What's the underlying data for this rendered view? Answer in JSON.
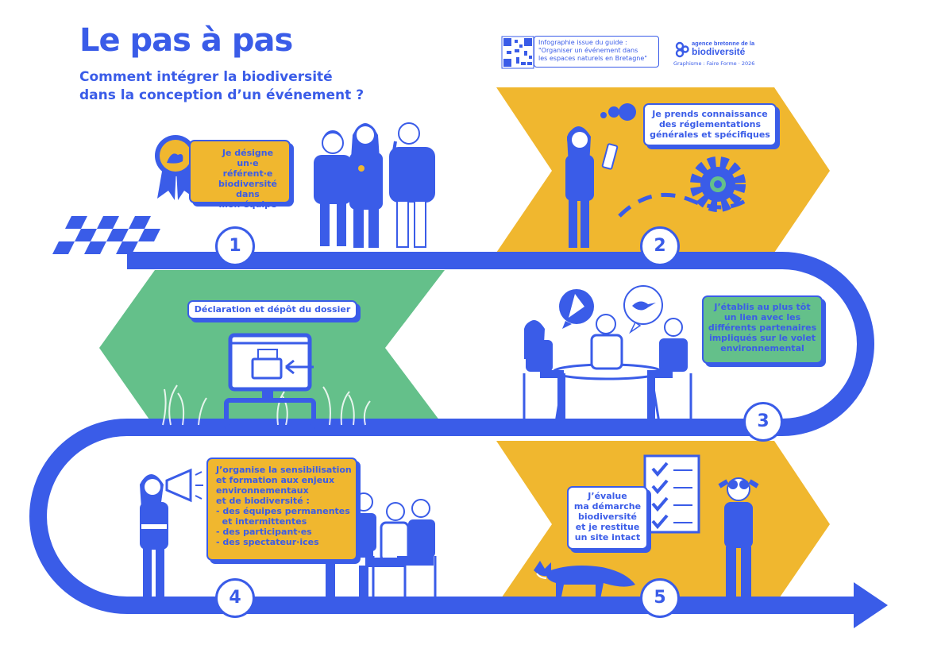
{
  "header": {
    "title": "Le pas à pas",
    "subtitle": "Comment intégrer la biodiversité\ndans la conception d’un événement ?",
    "guide_note": "Infographie issue du guide :\n\"Organiser un événement dans\nles espaces naturels en Bretagne\"",
    "logo_text_top": "agence bretonne de la",
    "logo_text_main": "biodiversité",
    "credit": "Graphisme : Faire Forme · 2026"
  },
  "steps": [
    {
      "number": "1",
      "text": "Je désigne\nun·e référent·e\nbiodiversité dans\nmon équipe"
    },
    {
      "number": "2",
      "text": "Je prends connaissance\ndes réglementations\ngénérales et spécifiques"
    },
    {
      "number": "",
      "text": "Déclaration et dépôt du dossier"
    },
    {
      "number": "3",
      "text": "J’établis au plus tôt\nun lien avec les\ndifférents partenaires\nimpliqués sur le volet\nenvironnemental"
    },
    {
      "number": "4",
      "text": "J’organise la sensibilisation\net formation aux enjeux\nenvironnementaux\net de biodiversité :\n- des équipes permanentes\n  et intermittentes\n- des participant·es\n- des spectateur·ices"
    },
    {
      "number": "5",
      "text": "J’évalue\nma démarche\nbiodiversité\net je restitue\nun site intact"
    }
  ],
  "colors": {
    "blue": "#3a5ce8",
    "yellow": "#f0b72f",
    "green": "#64c08a",
    "white": "#ffffff"
  },
  "icons": [
    "qr-code-icon",
    "frog-badge-icon",
    "gear-icon",
    "computer-folder-icon",
    "megaphone-icon",
    "checklist-icon",
    "fox-icon",
    "bird-icon",
    "flag-icon"
  ]
}
